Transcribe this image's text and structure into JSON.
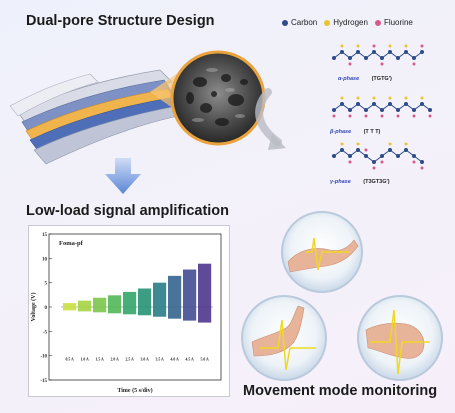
{
  "headings": {
    "design": "Dual-pore Structure Design",
    "amplification": "Low-load signal amplification",
    "monitoring": "Movement mode monitoring"
  },
  "legend": {
    "carbon": "Carbon",
    "hydrogen": "Hydrogen",
    "fluorine": "Fluorine"
  },
  "colors": {
    "carbon": "#2e4b8a",
    "hydrogen": "#e8c530",
    "fluorine": "#d65a8e",
    "arrow": "#5b86d6",
    "pore_accent": "#f2a93b"
  },
  "phases": [
    {
      "label": "α-phase",
      "conformation": "(TGTG')"
    },
    {
      "label": "β-phase",
      "conformation": "(T T T)"
    },
    {
      "label": "γ-phase",
      "conformation": "(T3GT3G')"
    }
  ],
  "chart_data": {
    "type": "bar",
    "title": "Foma-pf",
    "xlabel": "Time (5 s/div)",
    "ylabel": "Voltage (V)",
    "ylim": [
      -15,
      15
    ],
    "yticks": [
      15,
      10,
      5,
      0,
      -5,
      -10,
      -15
    ],
    "categories": [
      "0.5 A",
      "1.0 A",
      "1.5 A",
      "2.0 A",
      "2.5 A",
      "3.0 A",
      "3.5 A",
      "4.0 A",
      "4.5 A",
      "5.0 A"
    ],
    "series": [
      {
        "values_high": [
          0.8,
          1.3,
          1.9,
          2.4,
          3.1,
          3.8,
          5.0,
          6.4,
          7.7,
          8.9
        ]
      },
      {
        "values_low": [
          -0.7,
          -0.9,
          -1.1,
          -1.3,
          -1.5,
          -1.7,
          -2.0,
          -2.4,
          -2.8,
          -3.2
        ]
      }
    ],
    "bar_colors": [
      "#c8e043",
      "#a6d445",
      "#7cc74d",
      "#52b759",
      "#32a56a",
      "#279278",
      "#2a7d86",
      "#35658f",
      "#444d92",
      "#4d368e"
    ]
  }
}
